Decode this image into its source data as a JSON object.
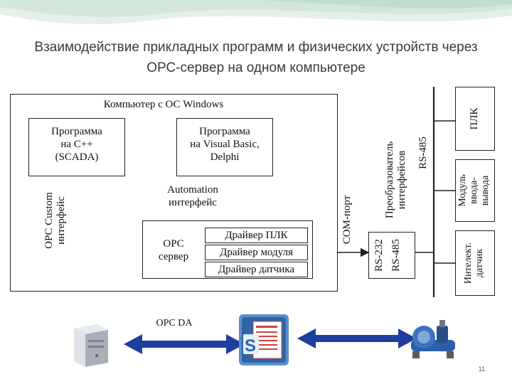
{
  "title": "Взаимодействие прикладных программ и физических устройств через ОРС-сервер на одном компьютере",
  "diagram": {
    "computer_label": "Компьютер с ОС Windows",
    "program_cpp": "Программа\nна С++\n(SCADA)",
    "program_vb": "Программа\nна Visual Basic,\nDelphi",
    "automation_interface": "Automation\nинтерфейс",
    "opc_custom_interface": "OPC Custom\nинтерфейс",
    "opc_server": "OPC\nсервер",
    "drivers": [
      "Драйвер ПЛК",
      "Драйвер модуля",
      "Драйвер датчика"
    ],
    "com_port": "СОМ-порт",
    "rs232": "RS-232",
    "rs485_left": "RS-485",
    "converter": "Преобразователь\nинтерфейсов",
    "rs485_bus": "RS-485",
    "plc": "ПЛК",
    "io_module": "Модуль\nввода-\nвывода",
    "smart_sensor": "Интелект.\nдатчик",
    "opc_da": "OPC DA"
  },
  "colors": {
    "arrow": "#1f3f9e",
    "line": "#222222"
  },
  "page_number": "11"
}
